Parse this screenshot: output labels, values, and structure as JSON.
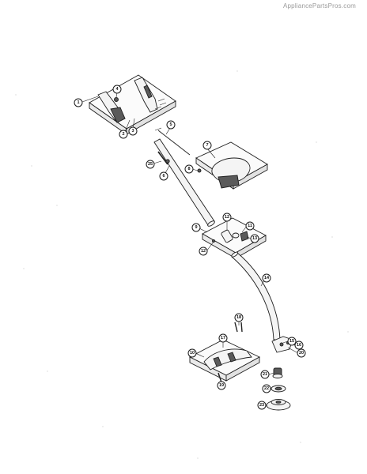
{
  "header": {
    "watermark": "AppliancePartsPros.com"
  },
  "callouts": [
    {
      "id": "c1",
      "label": "1"
    },
    {
      "id": "c2",
      "label": "2"
    },
    {
      "id": "c3",
      "label": "3"
    },
    {
      "id": "c4",
      "label": "4"
    },
    {
      "id": "c5",
      "label": "5"
    },
    {
      "id": "c6",
      "label": "6"
    },
    {
      "id": "c7",
      "label": "7"
    },
    {
      "id": "c8",
      "label": "8"
    },
    {
      "id": "c9",
      "label": "9"
    },
    {
      "id": "c10",
      "label": "10"
    },
    {
      "id": "c11",
      "label": "11"
    },
    {
      "id": "c12a",
      "label": "12"
    },
    {
      "id": "c12b",
      "label": "12"
    },
    {
      "id": "c13",
      "label": "13"
    },
    {
      "id": "c14",
      "label": "14"
    },
    {
      "id": "c15",
      "label": "15"
    },
    {
      "id": "c16",
      "label": "16"
    },
    {
      "id": "c17",
      "label": "17"
    },
    {
      "id": "c18",
      "label": "18"
    },
    {
      "id": "c19",
      "label": "19"
    },
    {
      "id": "c20",
      "label": "20"
    },
    {
      "id": "c21",
      "label": "21"
    },
    {
      "id": "c22",
      "label": "22"
    },
    {
      "id": "c23",
      "label": "23"
    },
    {
      "id": "c25",
      "label": "25"
    }
  ]
}
